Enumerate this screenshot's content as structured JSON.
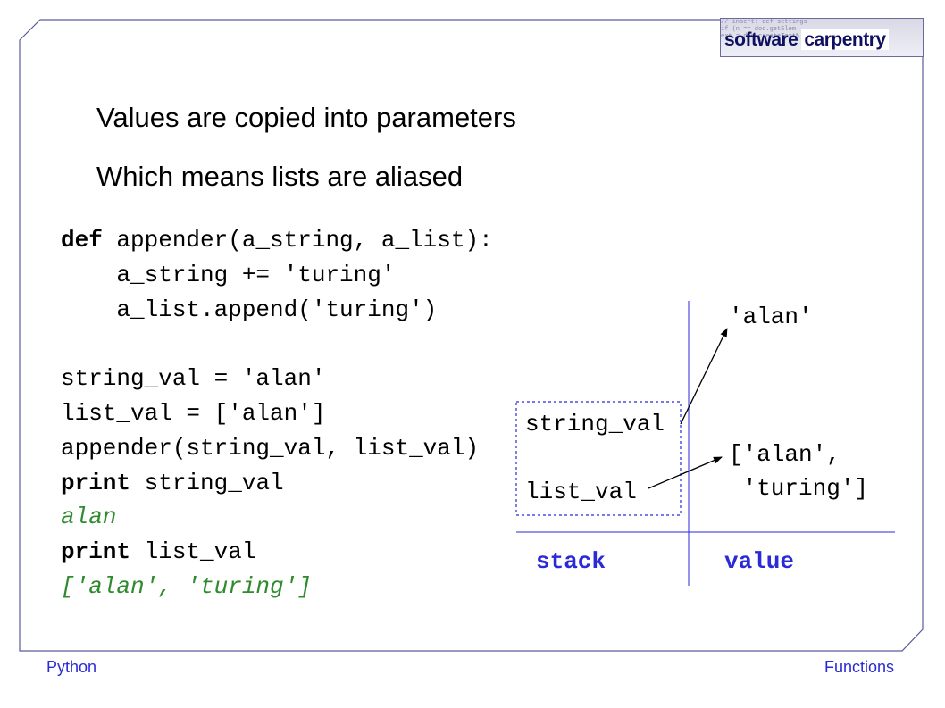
{
  "slide": {
    "title_line1": "Values are copied into parameters",
    "title_line2": "Which means lists are aliased"
  },
  "code": {
    "line1_kw": "def",
    "line1_rest": " appender(a_string, a_list):",
    "line2": "    a_string += 'turing'",
    "line3": "    a_list.append('turing')",
    "line5": "string_val = 'alan'",
    "line6": "list_val = ['alan']",
    "line7": "appender(string_val, list_val)",
    "line8_kw": "print",
    "line8_rest": " string_val",
    "line9_output": "alan",
    "line10_kw": "print",
    "line10_rest": " list_val",
    "line11_output": "['alan', 'turing']"
  },
  "diagram": {
    "stack_var1": "string_val",
    "stack_var2": "list_val",
    "value_string": "'alan'",
    "value_list_line1": "['alan',",
    "value_list_line2": " 'turing']",
    "label_stack": "stack",
    "label_value": "value"
  },
  "footer": {
    "left": "Python",
    "right": "Functions"
  },
  "logo": {
    "word1": "software",
    "word2": "carpentry",
    "background_code": "// insert: def settings\nif (n == doc.getElem\next = doc.createTextN"
  },
  "colors": {
    "frame": "#5a5a9a",
    "accent_blue": "#2a2ad6",
    "output_green": "#2e8b2e"
  }
}
